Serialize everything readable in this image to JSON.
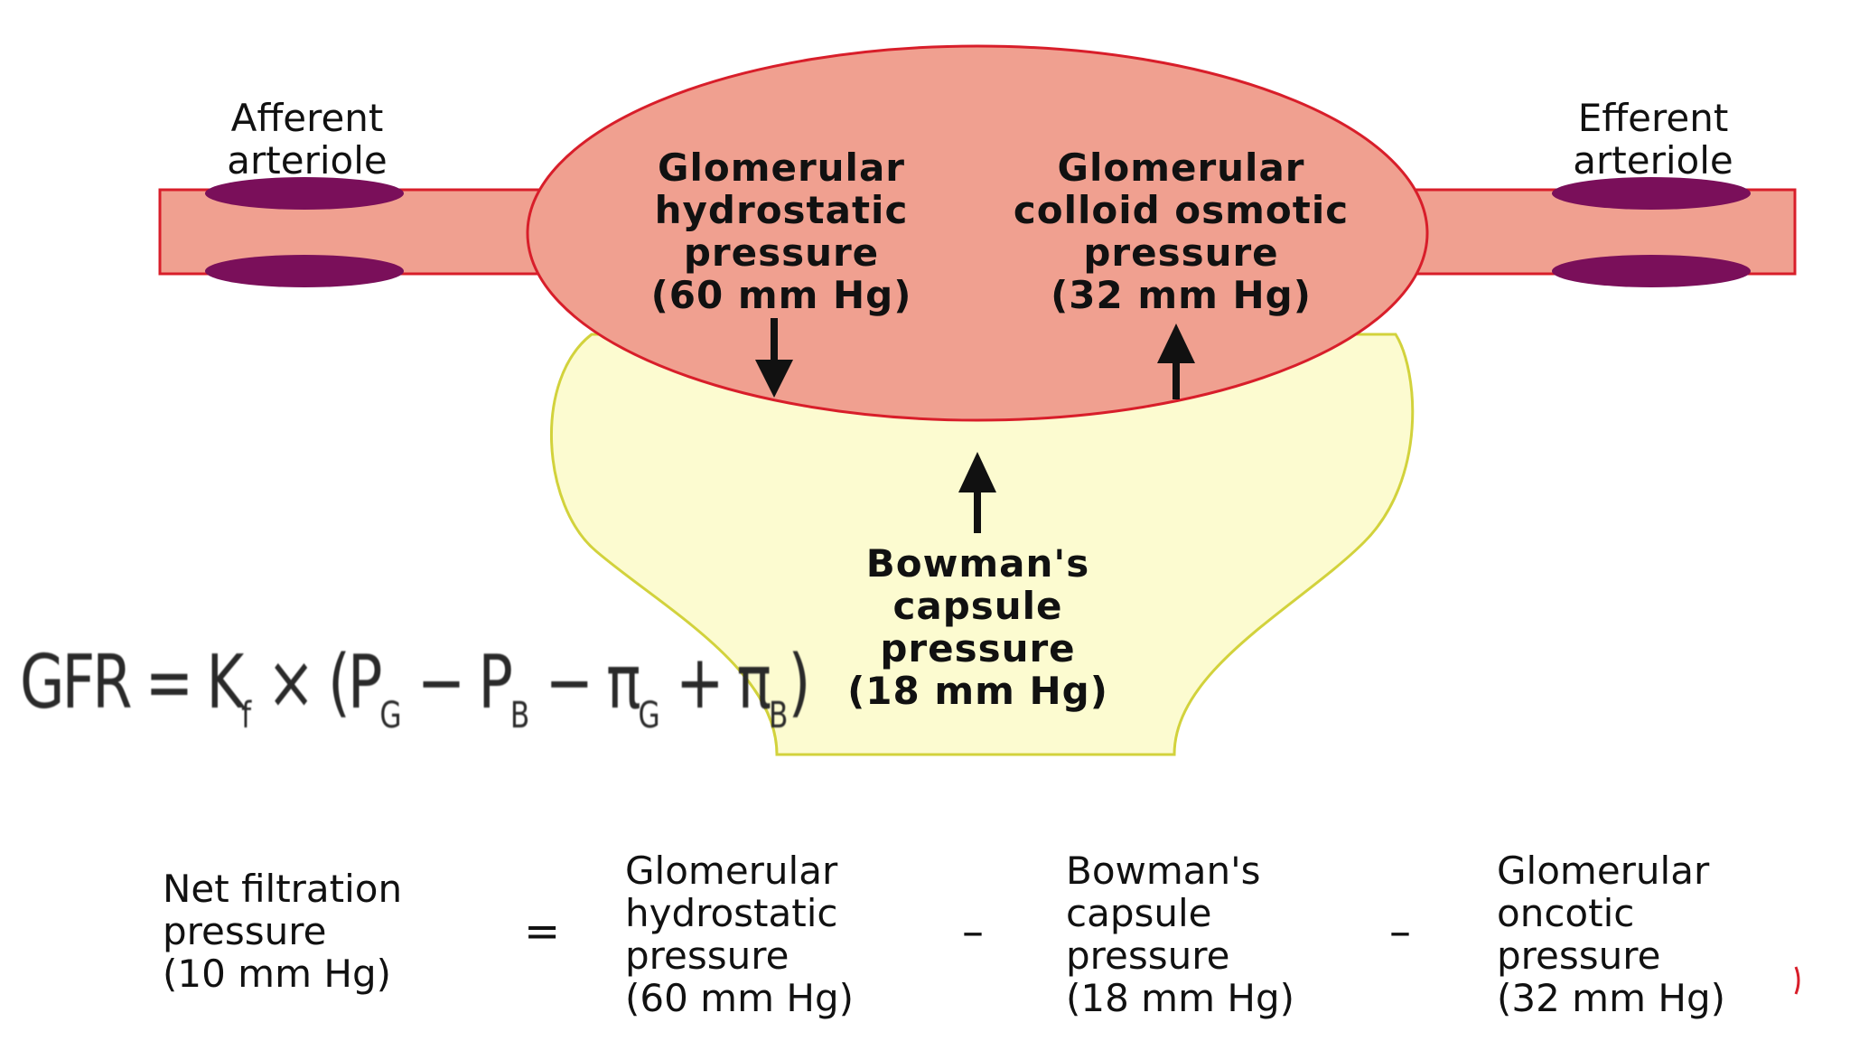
{
  "vessels": {
    "afferent": [
      "Afferent",
      "arteriole"
    ],
    "efferent": [
      "Efferent",
      "arteriole"
    ]
  },
  "glomerulus": {
    "hydrostatic": [
      "Glomerular",
      "hydrostatic",
      "pressure",
      "(60 mm Hg)"
    ],
    "colloid": [
      "Glomerular",
      "colloid osmotic",
      "pressure",
      "(32 mm Hg)"
    ]
  },
  "capsule": {
    "pressure": [
      "Bowman's",
      "capsule",
      "pressure",
      "(18 mm Hg)"
    ]
  },
  "formula": {
    "lhs": "GFR = K",
    "kf_sub": "f",
    "open": " × (P",
    "pg_sub": "G",
    "minus1": " − P",
    "pb_sub": "B",
    "minus2": " − π",
    "pig_sub": "G",
    "plus": " + π",
    "pib_sub": "B",
    "close": ")"
  },
  "equation": {
    "net": [
      "Net filtration",
      "pressure",
      "(10 mm Hg)"
    ],
    "equals": "=",
    "term1": [
      "Glomerular",
      "hydrostatic",
      "pressure",
      "(60 mm Hg)"
    ],
    "minus1": "–",
    "term2": [
      "Bowman's",
      "capsule",
      "pressure",
      "(18 mm Hg)"
    ],
    "minus2": "–",
    "term3": [
      "Glomerular",
      "oncotic",
      "pressure",
      "(32 mm Hg)"
    ]
  },
  "colors": {
    "blood": "#f0a090",
    "vessel_border": "#d81e2a",
    "muscle": "#7a0f5a",
    "capsule_fill": "#fcfbd0",
    "capsule_border": "#d2d23c",
    "arrow": "#111111"
  },
  "icons": [
    "arrow-down-icon",
    "arrow-up-icon"
  ]
}
